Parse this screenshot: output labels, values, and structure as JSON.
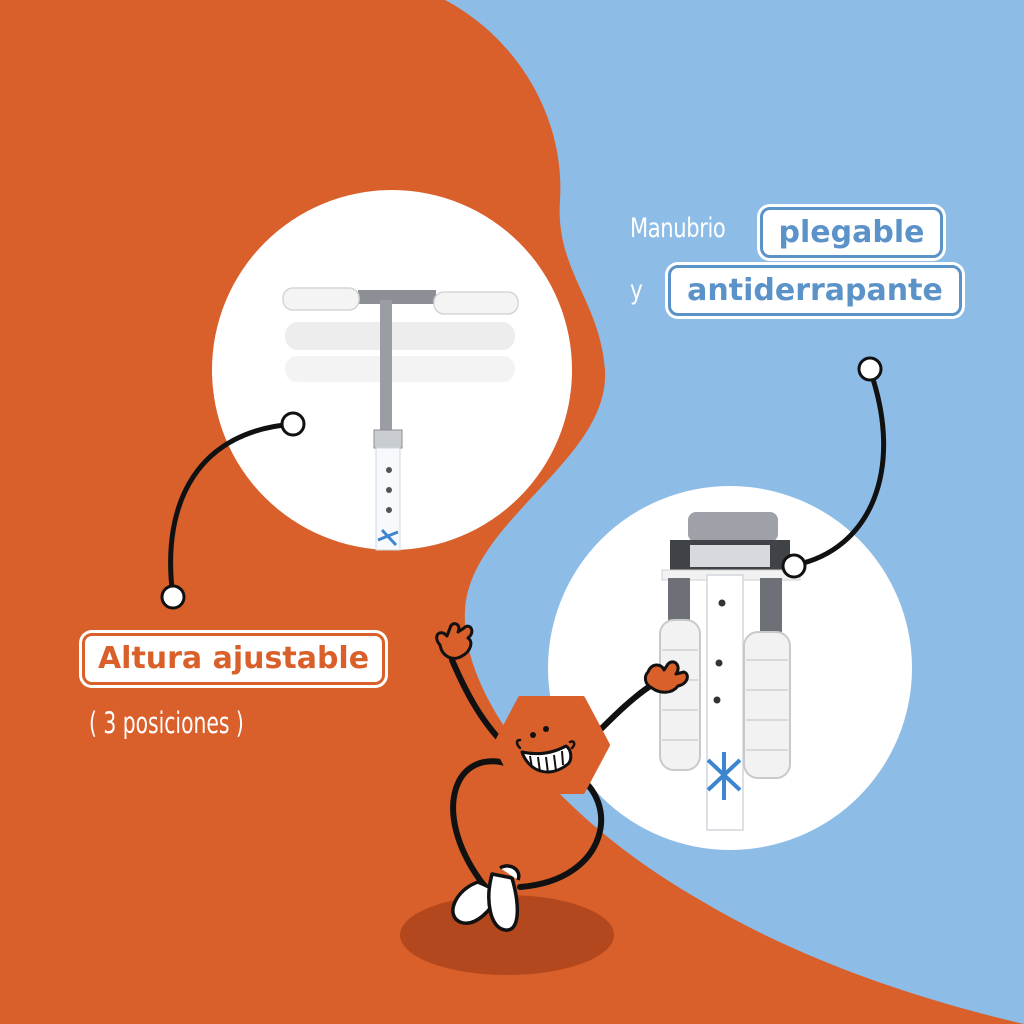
{
  "colors": {
    "orange": "#d9602a",
    "blue": "#8dbce6",
    "accent_blue": "#5b93c9",
    "shadow": "#b3471d",
    "white": "#ffffff",
    "ink": "#111111"
  },
  "callouts": {
    "folding": {
      "prefix": "Manubrio",
      "highlight_1": "plegable",
      "connector": "y",
      "highlight_2": "antiderrapante"
    },
    "height": {
      "highlight": "Altura ajustable",
      "note": "( 3 posiciones )"
    }
  },
  "mascot": {
    "shape": "hexagon",
    "expression": "grin"
  }
}
